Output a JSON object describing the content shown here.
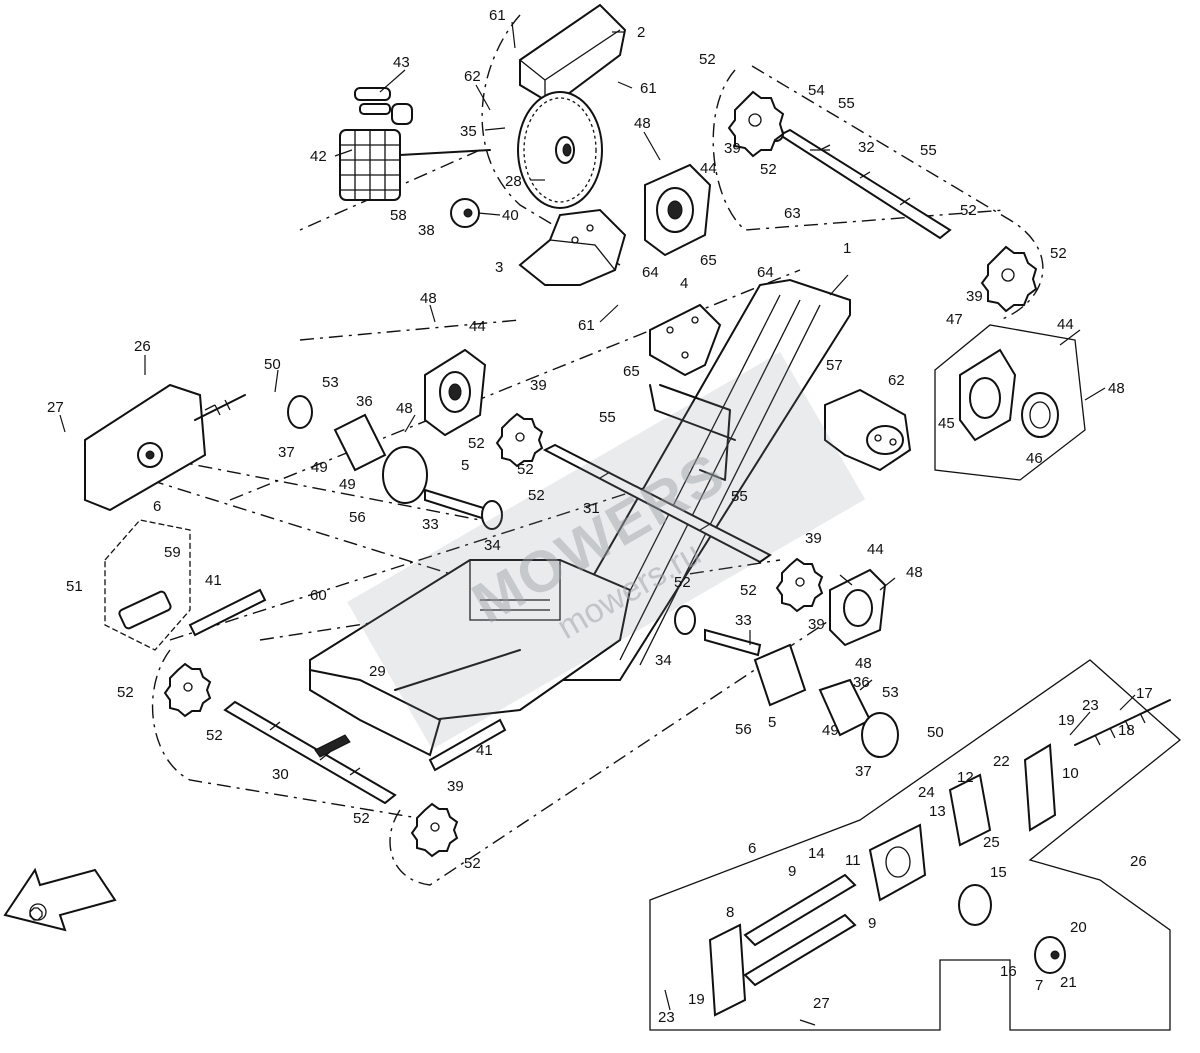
{
  "diagram": {
    "callouts": [
      {
        "label": "61"
      },
      {
        "label": "2"
      },
      {
        "label": "43"
      },
      {
        "label": "62"
      },
      {
        "label": "61"
      },
      {
        "label": "52"
      },
      {
        "label": "54"
      },
      {
        "label": "55"
      },
      {
        "label": "35"
      },
      {
        "label": "48"
      },
      {
        "label": "39"
      },
      {
        "label": "42"
      },
      {
        "label": "28"
      },
      {
        "label": "52"
      },
      {
        "label": "32"
      },
      {
        "label": "55"
      },
      {
        "label": "44"
      },
      {
        "label": "58"
      },
      {
        "label": "38"
      },
      {
        "label": "40"
      },
      {
        "label": "63"
      },
      {
        "label": "52"
      },
      {
        "label": "3"
      },
      {
        "label": "65"
      },
      {
        "label": "64"
      },
      {
        "label": "64"
      },
      {
        "label": "1"
      },
      {
        "label": "52"
      },
      {
        "label": "4"
      },
      {
        "label": "48"
      },
      {
        "label": "61"
      },
      {
        "label": "39"
      },
      {
        "label": "47"
      },
      {
        "label": "44"
      },
      {
        "label": "44"
      },
      {
        "label": "26"
      },
      {
        "label": "65"
      },
      {
        "label": "50"
      },
      {
        "label": "53"
      },
      {
        "label": "39"
      },
      {
        "label": "57"
      },
      {
        "label": "62"
      },
      {
        "label": "48"
      },
      {
        "label": "27"
      },
      {
        "label": "36"
      },
      {
        "label": "48"
      },
      {
        "label": "45"
      },
      {
        "label": "55"
      },
      {
        "label": "37"
      },
      {
        "label": "52"
      },
      {
        "label": "46"
      },
      {
        "label": "49"
      },
      {
        "label": "5"
      },
      {
        "label": "52"
      },
      {
        "label": "49"
      },
      {
        "label": "56"
      },
      {
        "label": "33"
      },
      {
        "label": "52"
      },
      {
        "label": "31"
      },
      {
        "label": "55"
      },
      {
        "label": "6"
      },
      {
        "label": "34"
      },
      {
        "label": "39"
      },
      {
        "label": "44"
      },
      {
        "label": "59"
      },
      {
        "label": "48"
      },
      {
        "label": "51"
      },
      {
        "label": "41"
      },
      {
        "label": "52"
      },
      {
        "label": "60"
      },
      {
        "label": "52"
      },
      {
        "label": "33"
      },
      {
        "label": "39"
      },
      {
        "label": "34"
      },
      {
        "label": "29"
      },
      {
        "label": "48"
      },
      {
        "label": "36"
      },
      {
        "label": "17"
      },
      {
        "label": "52"
      },
      {
        "label": "53"
      },
      {
        "label": "56"
      },
      {
        "label": "5"
      },
      {
        "label": "23"
      },
      {
        "label": "52"
      },
      {
        "label": "49"
      },
      {
        "label": "19"
      },
      {
        "label": "18"
      },
      {
        "label": "50"
      },
      {
        "label": "30"
      },
      {
        "label": "41"
      },
      {
        "label": "37"
      },
      {
        "label": "22"
      },
      {
        "label": "39"
      },
      {
        "label": "12"
      },
      {
        "label": "10"
      },
      {
        "label": "24"
      },
      {
        "label": "52"
      },
      {
        "label": "13"
      },
      {
        "label": "6"
      },
      {
        "label": "14"
      },
      {
        "label": "25"
      },
      {
        "label": "52"
      },
      {
        "label": "11"
      },
      {
        "label": "15"
      },
      {
        "label": "26"
      },
      {
        "label": "9"
      },
      {
        "label": "8"
      },
      {
        "label": "9"
      },
      {
        "label": "20"
      },
      {
        "label": "16"
      },
      {
        "label": "19"
      },
      {
        "label": "7"
      },
      {
        "label": "21"
      },
      {
        "label": "23"
      },
      {
        "label": "27"
      }
    ]
  },
  "watermark": {
    "brand": "MOWERS",
    "url": "mowers.ru"
  }
}
